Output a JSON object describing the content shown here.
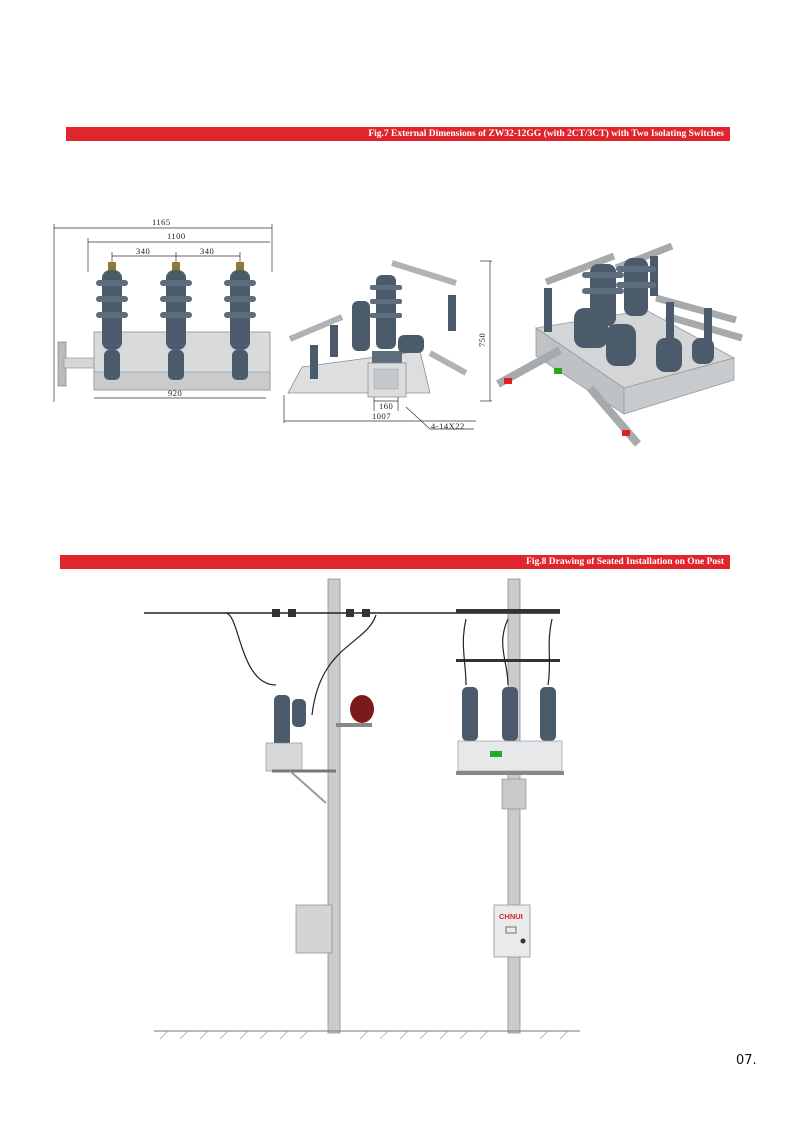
{
  "fig7": {
    "caption": "Fig.7 External Dimensions of ZW32-12GG (with 2CT/3CT) with Two Isolating Switches",
    "front_view": {
      "overall": "1165",
      "inner": "1100",
      "pitch_left": "340",
      "pitch_right": "340",
      "base": "920"
    },
    "side_view": {
      "height": "750",
      "base_small": "160",
      "base_total": "1007",
      "holes": "4-14X22"
    }
  },
  "fig8": {
    "caption": "Fig.8 Drawing of Seated Installation on One Post",
    "control_box_brand": "CHNUI"
  },
  "page_number": "07."
}
